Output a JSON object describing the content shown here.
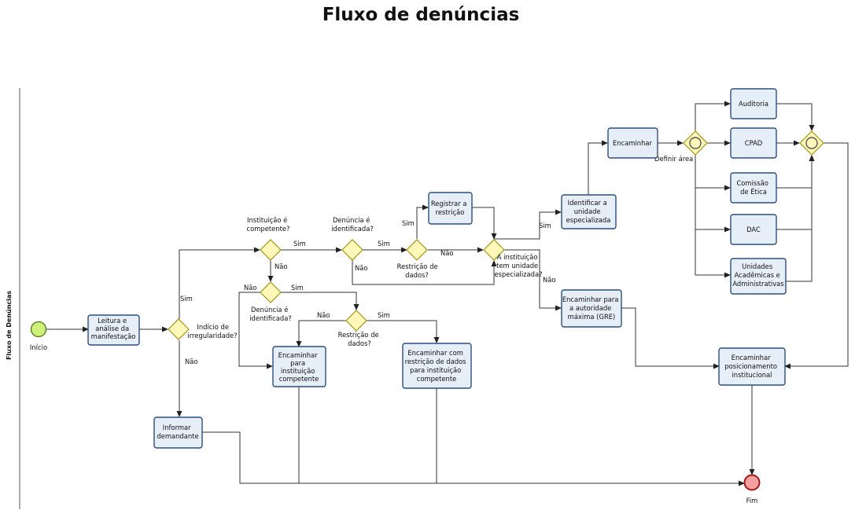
{
  "title": "Fluxo de denúncias",
  "pool_label": "Fluxo de Denúncias",
  "events": {
    "start": "Início",
    "end": "Fim"
  },
  "tasks": {
    "leitura": [
      "Leitura e",
      "análise da",
      "manifestação"
    ],
    "informar": [
      "Informar",
      "demandante"
    ],
    "encaminhar_competente": [
      "Encaminhar",
      "para",
      "instituição",
      "competente"
    ],
    "encaminhar_restricao": [
      "Encaminhar com",
      "restrição de dados",
      "para instituição",
      "competente"
    ],
    "registrar": [
      "Registrar a",
      "restrição"
    ],
    "identificar": [
      "Identificar  a",
      "unidade",
      "especializada"
    ],
    "encaminhar": [
      "Encaminhar"
    ],
    "encaminhar_gre": [
      "Encaminhar para",
      "a autoridade",
      "máxima (GRE)"
    ],
    "auditoria": [
      "Auditoria"
    ],
    "cpad": [
      "CPAD"
    ],
    "etica": [
      "Comissão",
      "de Ética"
    ],
    "dac": [
      "DAC"
    ],
    "unidades": [
      "Unidades",
      "Acadêmicas e",
      "Administrativas"
    ],
    "posicionamento": [
      "Encaminhar",
      "posicionamento",
      "institucional"
    ]
  },
  "gateways": {
    "indicio": [
      "Indício de",
      "irregularidade?"
    ],
    "competente": [
      "Instituição é",
      "competente?"
    ],
    "identificada1": [
      "Denúncia é",
      "identificada?"
    ],
    "identificada2": [
      "Denúncia é",
      "identificada?"
    ],
    "restricao1": [
      "Restrição de",
      "dados?"
    ],
    "restricao2": [
      "Restrição de",
      "dados?"
    ],
    "unidade_especializada": [
      "A instituição",
      "tem unidade",
      "especializada?"
    ]
  },
  "flow_labels": {
    "sim": "Sim",
    "nao": "Não",
    "definir_area": "Definir área"
  }
}
